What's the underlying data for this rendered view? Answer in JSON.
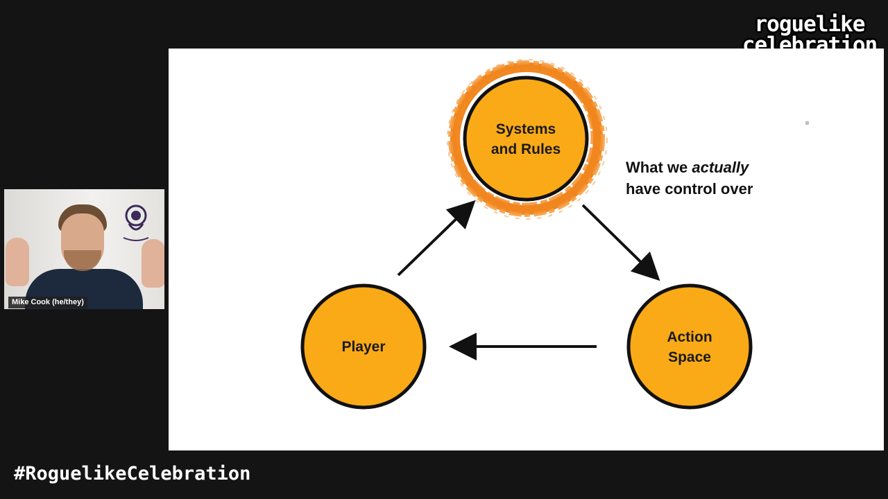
{
  "event": {
    "logo_line1": "roguelike",
    "logo_line2": "celebration",
    "hashtag": "#RoguelikeCelebration"
  },
  "slide": {
    "nodes": {
      "systems": {
        "line1": "Systems",
        "line2": "and Rules"
      },
      "player": {
        "label": "Player"
      },
      "action": {
        "line1": "Action",
        "line2": "Space"
      }
    },
    "annotation": {
      "part1": "What we ",
      "part2": "actually",
      "part3": "have control over"
    },
    "colors": {
      "node_fill": "#FBAA17",
      "node_stroke": "#111111",
      "highlight": "#F07F12",
      "arrow": "#111111"
    }
  },
  "webcam": {
    "speaker_name": "Mike Cook (he/they)",
    "background_logo": "illuminaus-logo"
  }
}
